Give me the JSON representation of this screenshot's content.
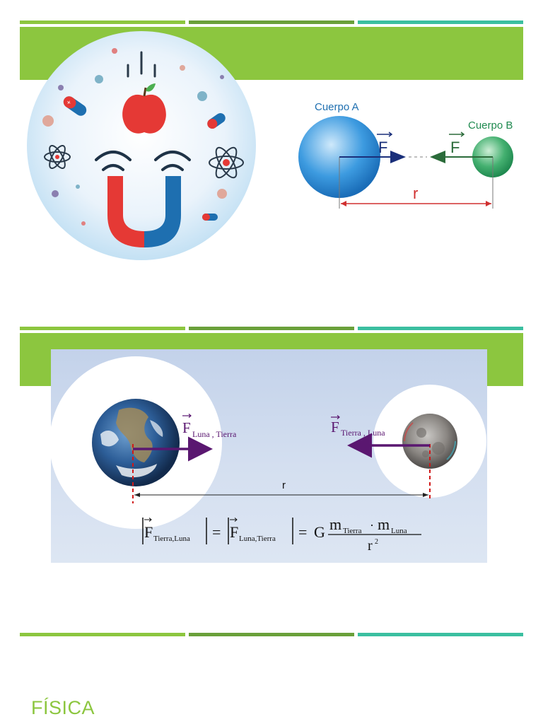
{
  "colors": {
    "green_light": "#8cc63f",
    "green_dark": "#6aa03a",
    "teal": "#3bbfa0",
    "band": "#8cc63f",
    "force_arrow": "#5a1770",
    "distance_line": "#d03030",
    "title": "#8cc63f"
  },
  "slide": {
    "title": "FÍSICA"
  },
  "diagram_bodies": {
    "body_a_label": "Cuerpo A",
    "body_b_label": "Cuerpo B",
    "force_label": "F",
    "distance_label": "r"
  },
  "earth_moon": {
    "force_earth": {
      "symbol": "F",
      "subscript": "Luna , Tierra"
    },
    "force_moon": {
      "symbol": "F",
      "subscript": "Tierra , Luna"
    },
    "distance_label": "r",
    "formula": {
      "lhs_sub": "Tierra,Luna",
      "mid_sub": "Luna,Tierra",
      "constant": "G",
      "numerator_m1": "m",
      "numerator_m1_sub": "Tierra",
      "dot": "·",
      "numerator_m2": "m",
      "numerator_m2_sub": "Luna",
      "denominator": "r",
      "denominator_exp": "2",
      "equals": "="
    }
  },
  "icons": [
    "apple-icon",
    "magnet-icon",
    "atom-icon",
    "battery-icon"
  ]
}
